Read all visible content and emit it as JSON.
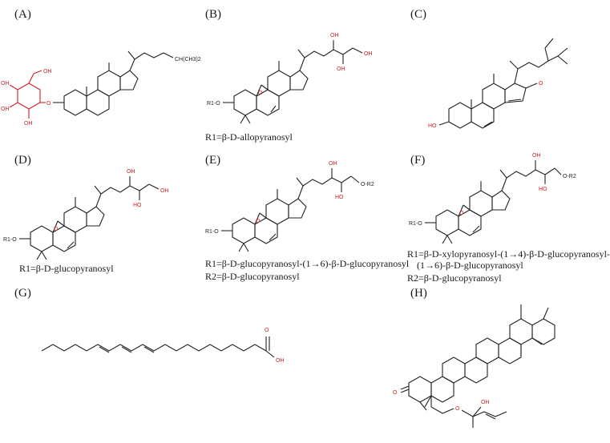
{
  "panels": {
    "A": {
      "label": "(A)",
      "group": "CH(CH3)2",
      "oh": "OH",
      "o": "O"
    },
    "B": {
      "label": "(B)",
      "caption": "R1=β-D-allopyranosyl",
      "r1o": "R1-O",
      "oh": "OH",
      "o": "O"
    },
    "C": {
      "label": "(C)",
      "ho": "HO",
      "o": "O"
    },
    "D": {
      "label": "(D)",
      "caption": "R1=β-D-glucopyranosyl",
      "r1o": "R1-O",
      "oh": "OH",
      "ho": "HO",
      "o": "O"
    },
    "E": {
      "label": "(E)",
      "caption1": "R1=β-D-glucopyranosyl-(1→6)-β-D-glucopyranosyl",
      "caption2": "R2=β-D-glucopyranosyl",
      "r1o": "R1-O",
      "or2": "O-R2",
      "oh": "OH",
      "ho": "HO",
      "o": "O"
    },
    "F": {
      "label": "(F)",
      "caption1": "R1=β-D-xylopyranosyl-(1→4)-β-D-glucopyranosyl-",
      "caption2": "(1→6)-β-D-glucopyranosyl",
      "caption3": "R2=β-D-glucopyranosyl",
      "r1o": "R1-O",
      "or2": "O-R2",
      "oh": "OH",
      "ho": "HO",
      "o": "O"
    },
    "G": {
      "label": "(G)",
      "o": "O",
      "oh": "OH"
    },
    "H": {
      "label": "(H)",
      "o": "O",
      "oh": "OH"
    }
  }
}
